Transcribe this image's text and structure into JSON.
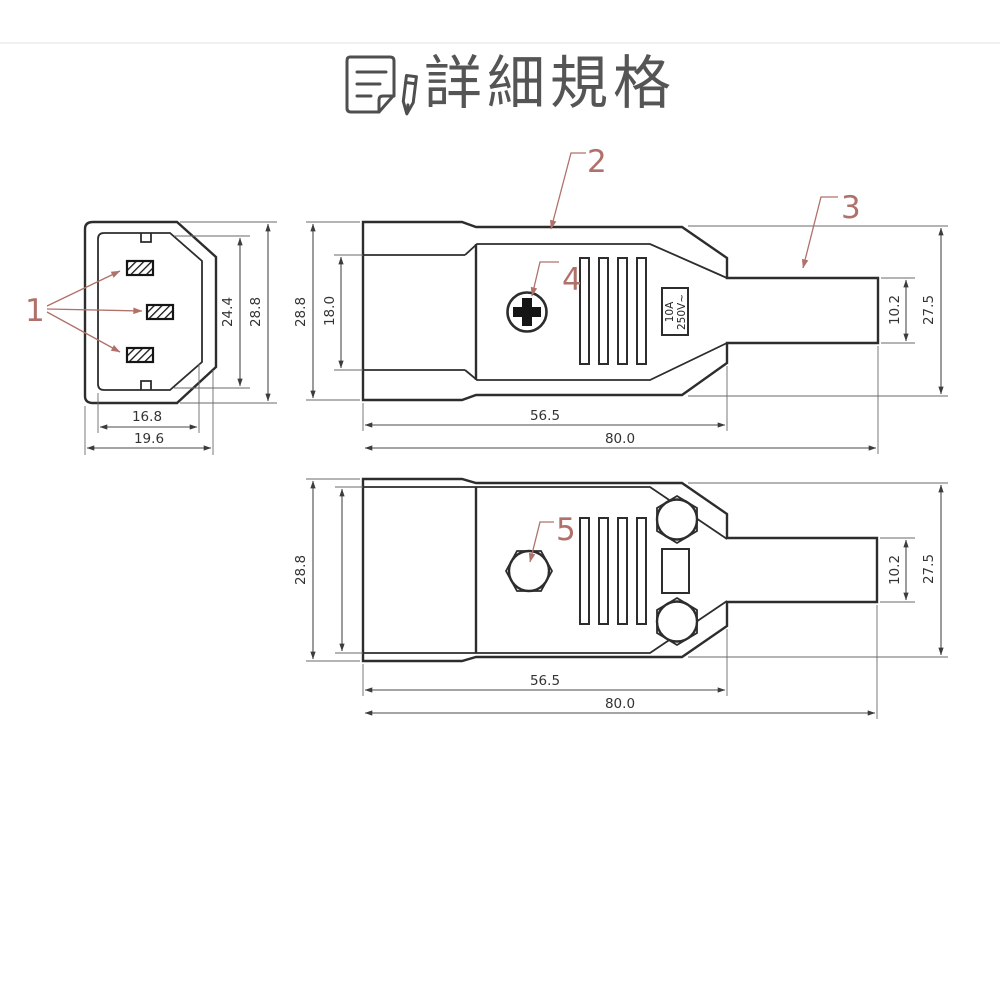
{
  "title": {
    "text": "詳細規格",
    "icon": "document-pen"
  },
  "callouts": {
    "pins": "1",
    "cover": "2",
    "boot": "3",
    "screw": "4",
    "clamp_nut": "5"
  },
  "front_view": {
    "inner_height": "24.4",
    "outer_height": "28.8",
    "inner_width": "16.8",
    "outer_width": "19.6"
  },
  "top_side_view": {
    "outer_height": "28.8",
    "opening_height": "18.0",
    "body_length": "56.5",
    "overall_length": "80.0",
    "boot_width": "10.2",
    "body_height": "27.5",
    "rating": {
      "line1": "10A",
      "line2": "250V~"
    }
  },
  "bottom_side_view": {
    "outer_height": "28.8",
    "body_length": "56.5",
    "overall_length": "80.0",
    "boot_width": "10.2",
    "body_height": "27.5"
  },
  "colors": {
    "outline": "#2d2d2d",
    "dimension": "#3c3c3c",
    "callout": "#b0716a",
    "title": "#555555"
  }
}
